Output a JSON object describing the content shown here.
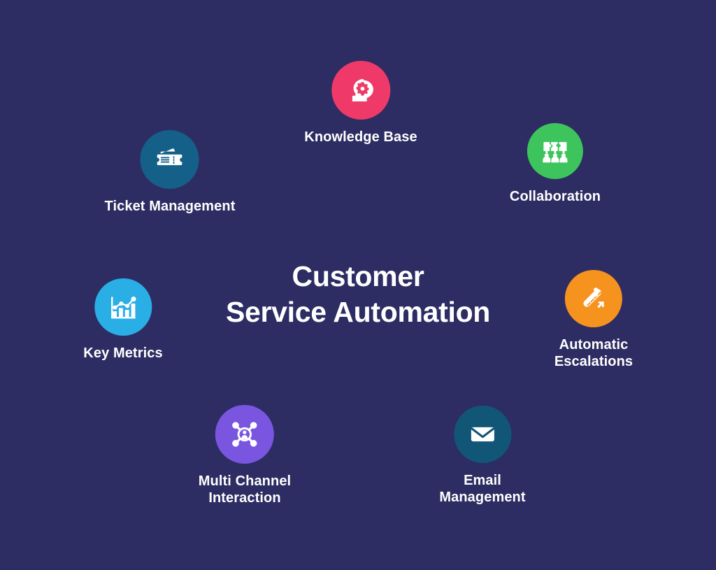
{
  "background_color": "#2d2d63",
  "center": {
    "title_line1": "Customer",
    "title_line2": "Service Automation",
    "text_color": "#ffffff"
  },
  "nodes": [
    {
      "id": "ticket-management",
      "label": "Ticket Management",
      "icon": "ticket-icon",
      "circle_color": "#146089",
      "icon_color": "#ffffff",
      "circle_size": 84
    },
    {
      "id": "knowledge-base",
      "label": "Knowledge Base",
      "icon": "head-gear-icon",
      "circle_color": "#ef3a69",
      "icon_color": "#ffffff",
      "circle_size": 84
    },
    {
      "id": "collaboration",
      "label": "Collaboration",
      "icon": "puzzle-team-icon",
      "circle_color": "#3dc45c",
      "icon_color": "#ffffff",
      "circle_size": 80
    },
    {
      "id": "key-metrics",
      "label": "Key Metrics",
      "icon": "bar-chart-trend-icon",
      "circle_color": "#29aee5",
      "icon_color": "#ffffff",
      "circle_size": 82
    },
    {
      "id": "automatic-escalations",
      "label": "Automatic\nEscalations",
      "icon": "escalator-icon",
      "circle_color": "#f6931e",
      "icon_color": "#ffffff",
      "circle_size": 82
    },
    {
      "id": "multi-channel-interaction",
      "label": "Multi Channel\nInteraction",
      "icon": "network-person-icon",
      "circle_color": "#7a55e0",
      "icon_color": "#ffffff",
      "circle_size": 84
    },
    {
      "id": "email-management",
      "label": "Email\nManagement",
      "icon": "envelope-icon",
      "circle_color": "#125677",
      "icon_color": "#ffffff",
      "circle_size": 82
    }
  ]
}
